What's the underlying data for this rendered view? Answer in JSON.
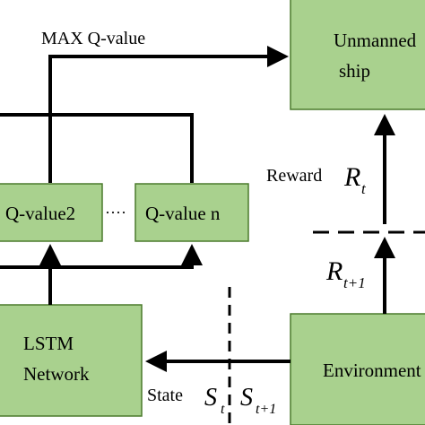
{
  "colors": {
    "box_fill": "#a9d18e",
    "box_stroke": "#4a7a2c",
    "line": "#000000"
  },
  "labels": {
    "max_qvalue": "MAX   Q-value",
    "unmanned_ship_line1": "Unmanned",
    "unmanned_ship_line2": "ship",
    "reward": "Reward",
    "reward_symbol": "R",
    "reward_sub": "t",
    "next_reward_symbol": "R",
    "next_reward_sub": "t+1",
    "qvalue2": "Q-value2",
    "ellipsis": "····",
    "qvalue_n": "Q-value n",
    "lstm_line1": "LSTM",
    "lstm_line2": "Network",
    "environment": "Environment",
    "state": "State",
    "state_symbol": "S",
    "state_sub": "t",
    "next_state_symbol": "S",
    "next_state_sub": "t+1"
  }
}
